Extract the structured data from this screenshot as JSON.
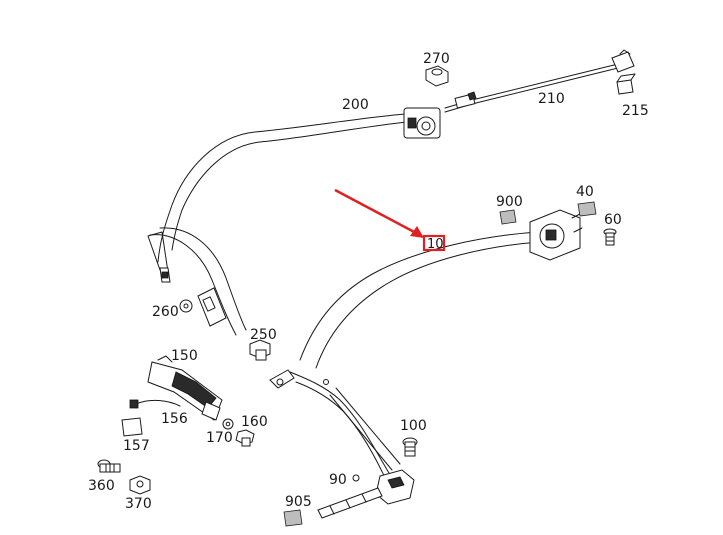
{
  "colors": {
    "highlight": "#e02020",
    "line": "#1a1a1a"
  },
  "callouts": [
    {
      "id": "270",
      "label": "270"
    },
    {
      "id": "200",
      "label": "200"
    },
    {
      "id": "210",
      "label": "210"
    },
    {
      "id": "215",
      "label": "215"
    },
    {
      "id": "900",
      "label": "900"
    },
    {
      "id": "40",
      "label": "40"
    },
    {
      "id": "60",
      "label": "60"
    },
    {
      "id": "10",
      "label": "10",
      "highlighted": true
    },
    {
      "id": "260",
      "label": "260"
    },
    {
      "id": "250",
      "label": "250"
    },
    {
      "id": "150",
      "label": "150"
    },
    {
      "id": "156",
      "label": "156"
    },
    {
      "id": "157",
      "label": "157"
    },
    {
      "id": "160",
      "label": "160"
    },
    {
      "id": "170",
      "label": "170"
    },
    {
      "id": "100",
      "label": "100"
    },
    {
      "id": "90",
      "label": "90"
    },
    {
      "id": "905",
      "label": "905"
    },
    {
      "id": "360",
      "label": "360"
    },
    {
      "id": "370",
      "label": "370"
    }
  ]
}
